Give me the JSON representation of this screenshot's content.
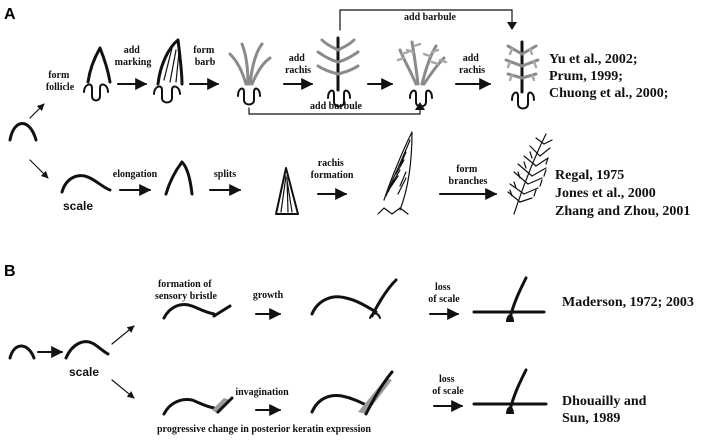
{
  "panels": {
    "a": "A",
    "b": "B"
  },
  "panel_a": {
    "form_follicle": [
      "form",
      "follicle"
    ],
    "add_marking": [
      "add",
      "marking"
    ],
    "form_barb": [
      "form",
      "barb"
    ],
    "add_rachis_1": [
      "add",
      "rachis"
    ],
    "add_rachis_2": [
      "add",
      "rachis"
    ],
    "add_barbule_top": "add barbule",
    "add_barbule_bottom": "add barbule",
    "scale": "scale",
    "elongation": "elongation",
    "splits": "splits",
    "rachis_formation": [
      "rachis",
      "formation"
    ],
    "form_branches": [
      "form",
      "branches"
    ],
    "refs_top": [
      "Yu et al., 2002;",
      "Prum, 1999;",
      "Chuong et al., 2000;"
    ],
    "refs_bottom": [
      "Regal, 1975",
      "Jones et al., 2000",
      "Zhang and Zhou, 2001"
    ]
  },
  "panel_b": {
    "scale": "scale",
    "formation_sensory_bristle": [
      "formation of",
      "sensory bristle"
    ],
    "growth": "growth",
    "loss_of_scale_1": [
      "loss",
      "of scale"
    ],
    "loss_of_scale_2": [
      "loss",
      "of scale"
    ],
    "invagination": "invagination",
    "keratin_caption": "progressive change in posterior keratin expression",
    "refs_top": [
      "Maderson, 1972; 2003"
    ],
    "refs_bottom": [
      "Dhouailly and",
      "Sun, 1989"
    ]
  },
  "colors": {
    "ink": "#111111",
    "barb_gray": "#8a8a8a",
    "keratin_gray": "#9a9a9a"
  }
}
